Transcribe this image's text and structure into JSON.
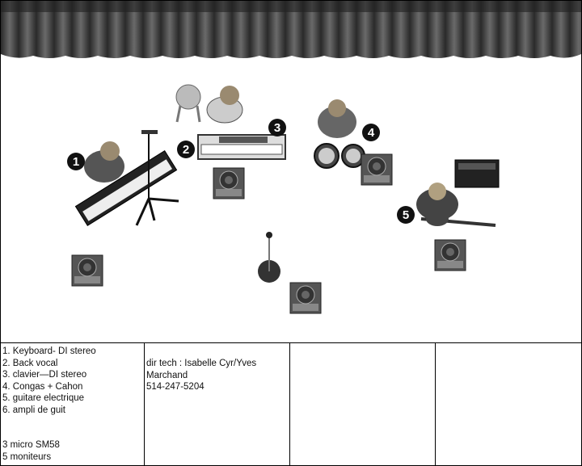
{
  "stage_plot": {
    "badges": [
      "1",
      "2",
      "3",
      "4",
      "5"
    ],
    "icons": [
      "curtain-icon",
      "keyboard-icon",
      "musician-icon",
      "stool-icon",
      "mic-stand-icon",
      "conga-icon",
      "guitar-icon",
      "amp-icon",
      "monitor-wedge-icon"
    ]
  },
  "table": {
    "inputs": [
      "1. Keyboard- DI stereo",
      "2. Back vocal",
      "3. clavier—DI stereo",
      "4. Congas + Cahon",
      "5. guitare electrique",
      "6. ampli de guit"
    ],
    "gear": [
      "3 micro SM58",
      "5 moniteurs"
    ],
    "contact": [
      "dir tech : Isabelle Cyr/Yves",
      "Marchand",
      "514-247-5204"
    ]
  }
}
